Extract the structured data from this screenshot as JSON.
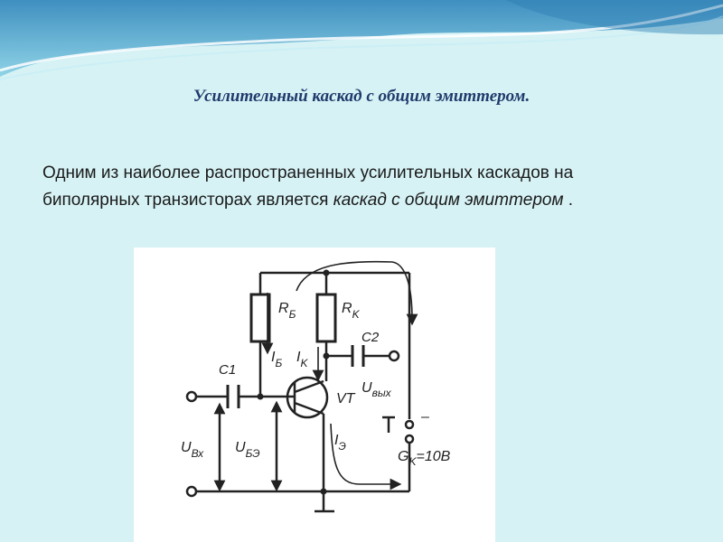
{
  "slide": {
    "title": "Усилительный каскад с общим эмиттером.",
    "body_plain": "Одним из наиболее распространенных усилительных каскадов на биполярных транзисторах является ",
    "body_italic": "каскад с общим эмиттером",
    "body_tail": " ."
  },
  "circuit": {
    "labels": {
      "rb_main": "R",
      "rb_sub": "Б",
      "rk_main": "R",
      "rk_sub": "K",
      "c1": "C1",
      "c2": "C2",
      "ib_main": "I",
      "ib_sub": "Б",
      "ik_main": "I",
      "ik_sub": "K",
      "vt": "VT",
      "uvyh_main": "U",
      "uvyh_sub": "вых",
      "uvx_main": "U",
      "uvx_sub": "Вх",
      "ube_main": "U",
      "ube_sub": "БЭ",
      "ie_main": "I",
      "ie_sub": "Э",
      "minus": "–",
      "gk_main": "G",
      "gk_sub": "K",
      "gk_val": "=10В"
    }
  },
  "colors": {
    "background": "#d6f2f5",
    "title": "#1f3a6b",
    "wave_dark": "#5aa9cf",
    "wave_light": "#ffffff"
  }
}
